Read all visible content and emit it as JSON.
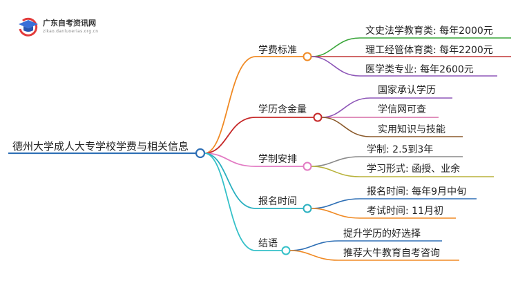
{
  "logo": {
    "title": "广东自考资讯网",
    "subtitle": "zikao.danluoerias.org.cn",
    "icon": "graduation-cap-icon",
    "colors": {
      "cap": "#3a6fd8",
      "ring": "#e23b3b"
    }
  },
  "root": {
    "label": "德州大学成人大专学校学费与相关信息",
    "color": "#2e6fb5"
  },
  "branches": [
    {
      "label": "学费标准",
      "color": "#f08a24",
      "children": [
        {
          "label": "文史法学教育类: 每年2000元",
          "color": "#3aa63a"
        },
        {
          "label": "理工经管体育类: 每年2200元",
          "color": "#c23636"
        },
        {
          "label": "医学类专业: 每年2600元",
          "color": "#8e57b8"
        }
      ]
    },
    {
      "label": "学历含金量",
      "color": "#c62828",
      "children": [
        {
          "label": "国家承认学历",
          "color": "#8e57b8"
        },
        {
          "label": "学信网可查",
          "color": "#d56ba5"
        },
        {
          "label": "实用知识与技能",
          "color": "#8b5a2b"
        }
      ]
    },
    {
      "label": "学制安排",
      "color": "#e27ac3",
      "children": [
        {
          "label": "学制: 2.5到3年",
          "color": "#8a8a8a"
        },
        {
          "label": "学习形式: 函授、业余",
          "color": "#b8b23a"
        }
      ]
    },
    {
      "label": "报名时间",
      "color": "#2ab0c0",
      "children": [
        {
          "label": "报名时间: 每年9月中旬",
          "color": "#2e6fb5"
        },
        {
          "label": "考试时间: 11月初",
          "color": "#f08a24"
        }
      ]
    },
    {
      "label": "结语",
      "color": "#34c0c8",
      "children": [
        {
          "label": "提升学历的好选择",
          "color": "#2e6fb5"
        },
        {
          "label": "推荐大牛教育自考咨询",
          "color": "#f08a24"
        }
      ]
    }
  ]
}
